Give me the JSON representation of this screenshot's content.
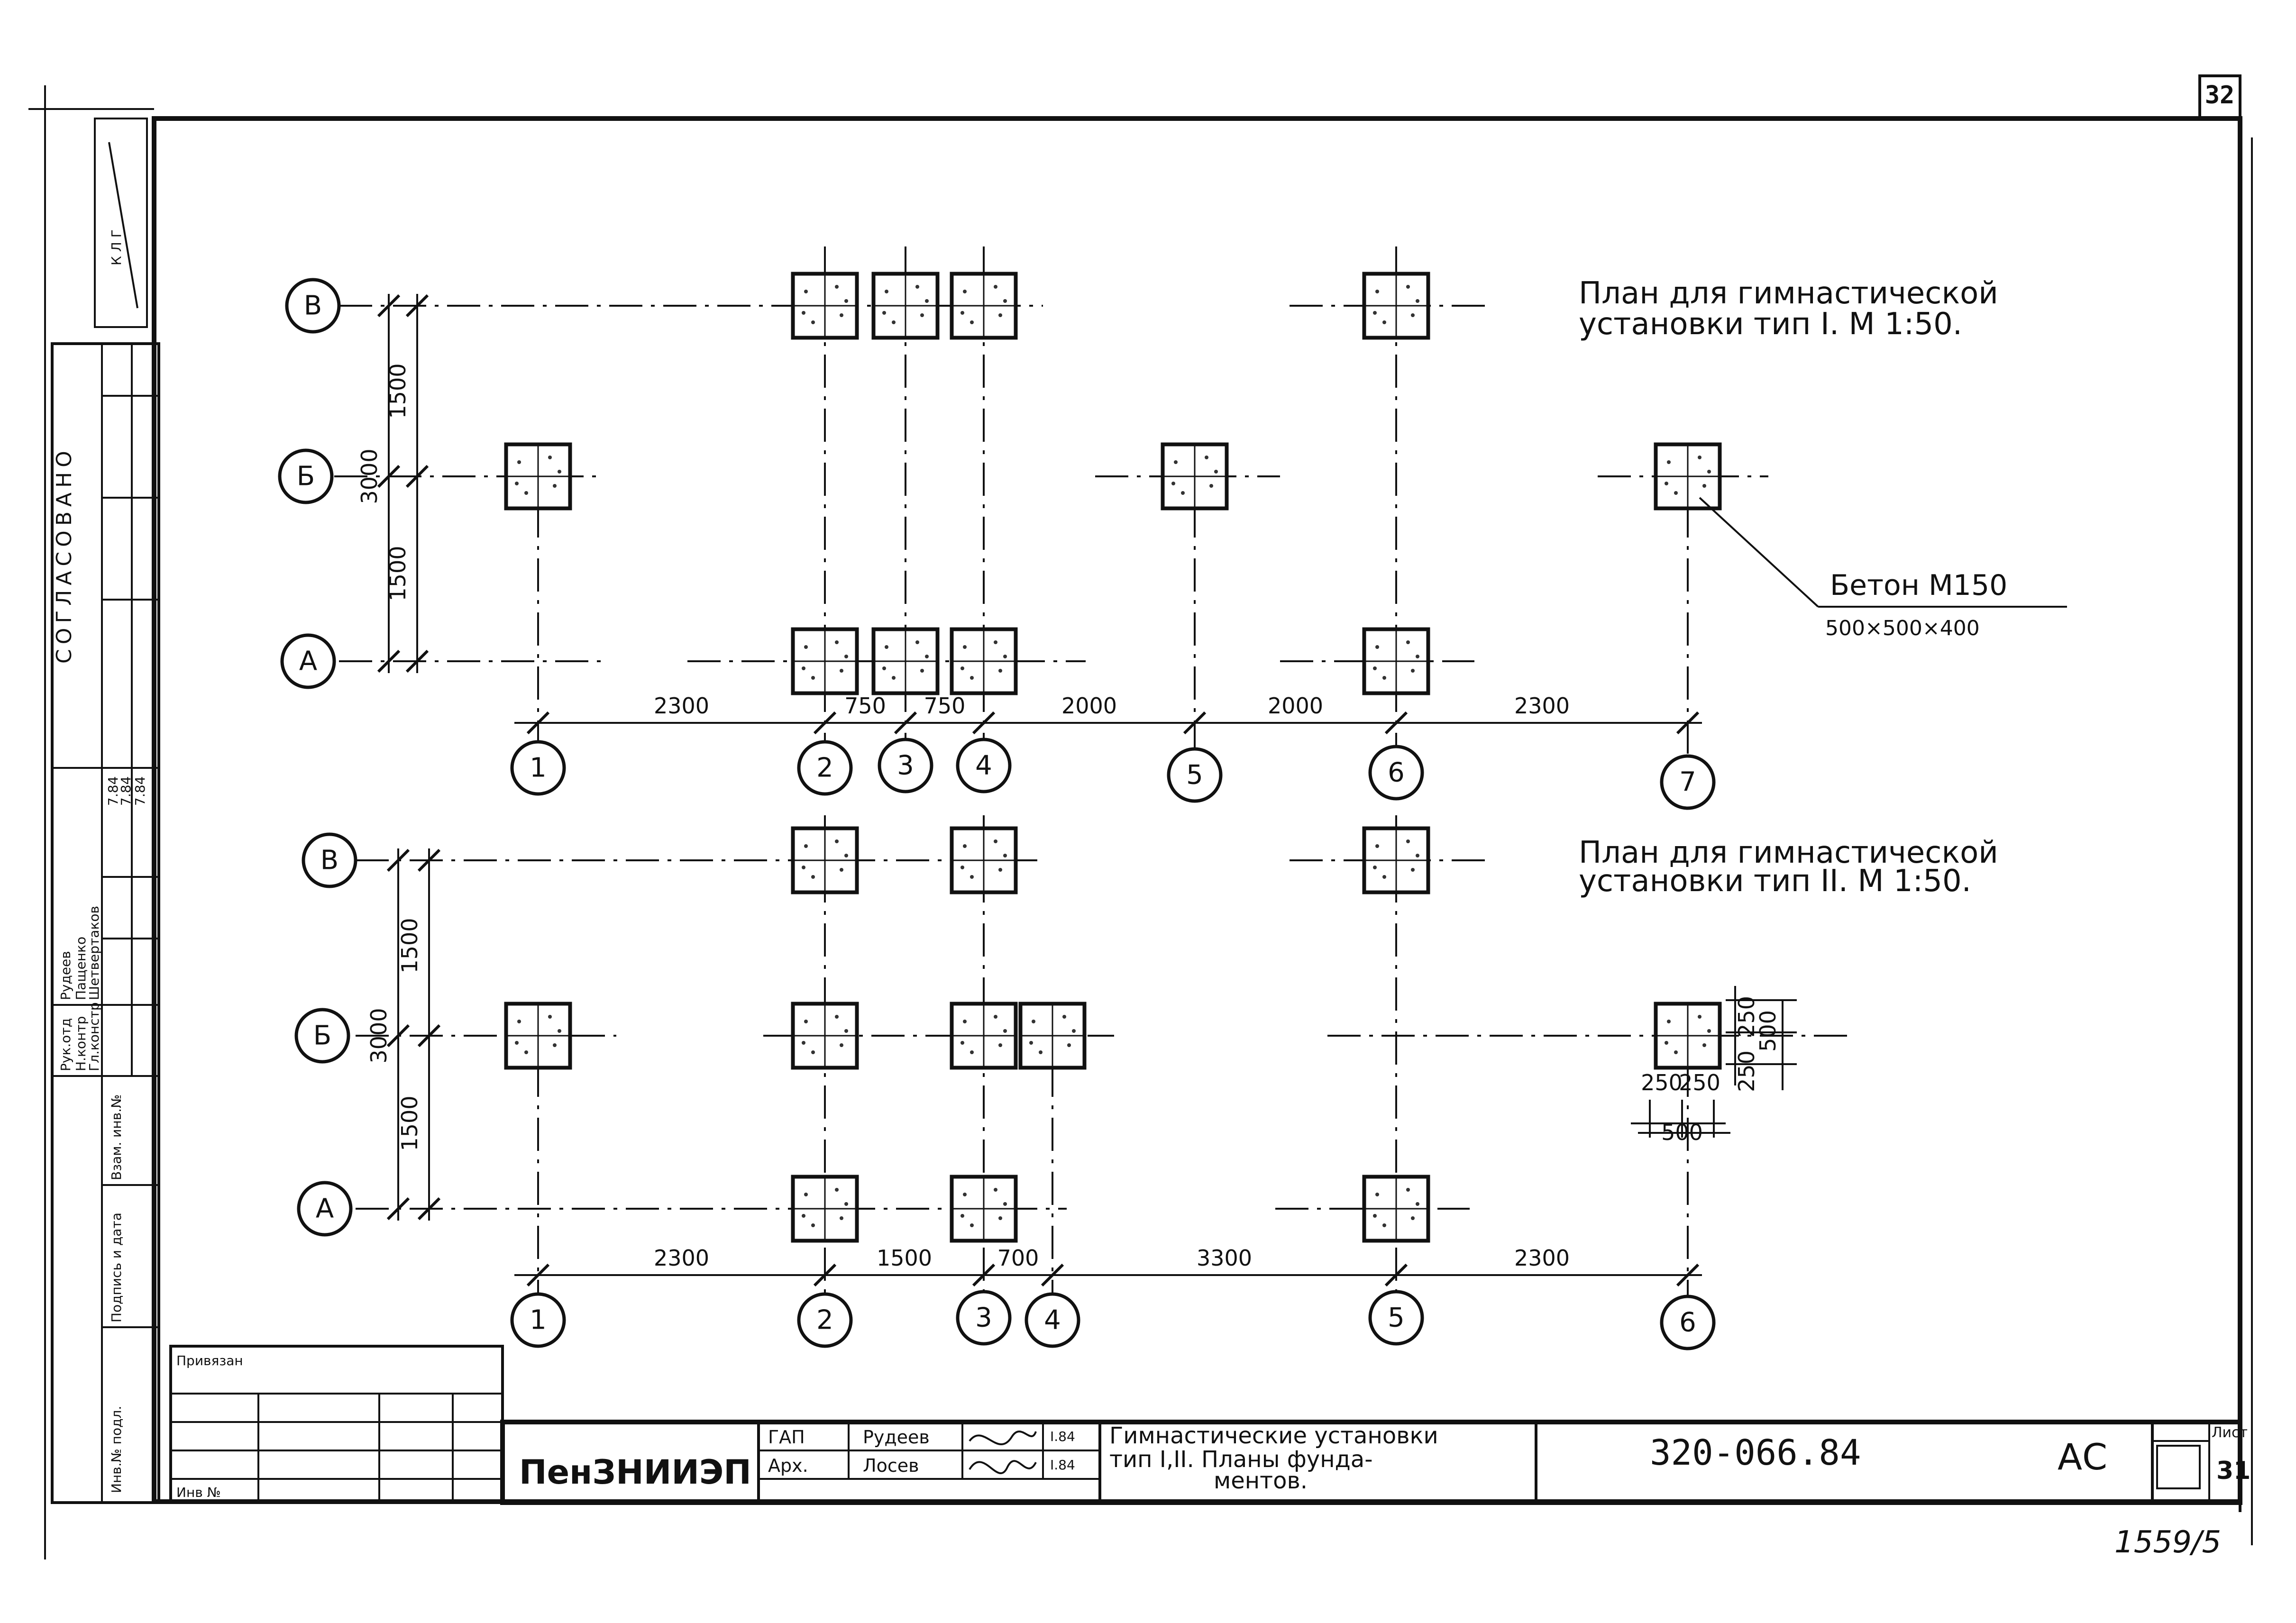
{
  "sheet_number_top": "32",
  "archive_number": "1559/5",
  "plan_1": {
    "title_line1": "План для гимнастической",
    "title_line2": "установки тип I. М 1:50.",
    "rows": [
      "В",
      "Б",
      "А"
    ],
    "columns": [
      "1",
      "2",
      "3",
      "4",
      "5",
      "6",
      "7"
    ],
    "row_dims": [
      "1500",
      "1500"
    ],
    "row_total": "3000",
    "col_dims": [
      "2300",
      "750",
      "750",
      "2000",
      "2000",
      "2300"
    ]
  },
  "plan_2": {
    "title_line1": "План для гимнастической",
    "title_line2": "установки тип II. М 1:50.",
    "rows": [
      "В",
      "Б",
      "А"
    ],
    "columns": [
      "1",
      "2",
      "3",
      "4",
      "5",
      "6"
    ],
    "row_dims": [
      "1500",
      "1500"
    ],
    "row_total": "3000",
    "col_dims": [
      "2300",
      "1500",
      "700",
      "3300",
      "2300"
    ]
  },
  "callout": {
    "material": "Бетон М150",
    "size": "500×500×400"
  },
  "detail_dims": {
    "half": "250",
    "full": "500"
  },
  "side_stamp": {
    "agreed": "СОГЛАСОВАНО",
    "roles": [
      "Рук.отд",
      "Н.контр",
      "Гл.констр"
    ],
    "names": [
      "Рудеев",
      "Пащенко",
      "Шетвертаков"
    ],
    "dates": [
      "7.84",
      "7.84",
      "7.84"
    ],
    "inv_fields": [
      "Взам. инв.№",
      "Подпись и дата",
      "Инв.№ подл."
    ]
  },
  "privyazan": {
    "label": "Привязан",
    "inv_label": "Инв №"
  },
  "title_block": {
    "organization": "ПенЗНИИЭП",
    "roles": [
      "ГАП",
      "Арх."
    ],
    "names": [
      "Рудеев",
      "Лосев"
    ],
    "dates": [
      "I.84",
      "I.84"
    ],
    "description_line1": "Гимнастические установки",
    "description_line2": "тип I,II. Планы фунда-",
    "description_line3": "ментов.",
    "code": "320-066.84",
    "stage": "АС",
    "sheet_label": "Лист",
    "sheet_number": "31"
  }
}
